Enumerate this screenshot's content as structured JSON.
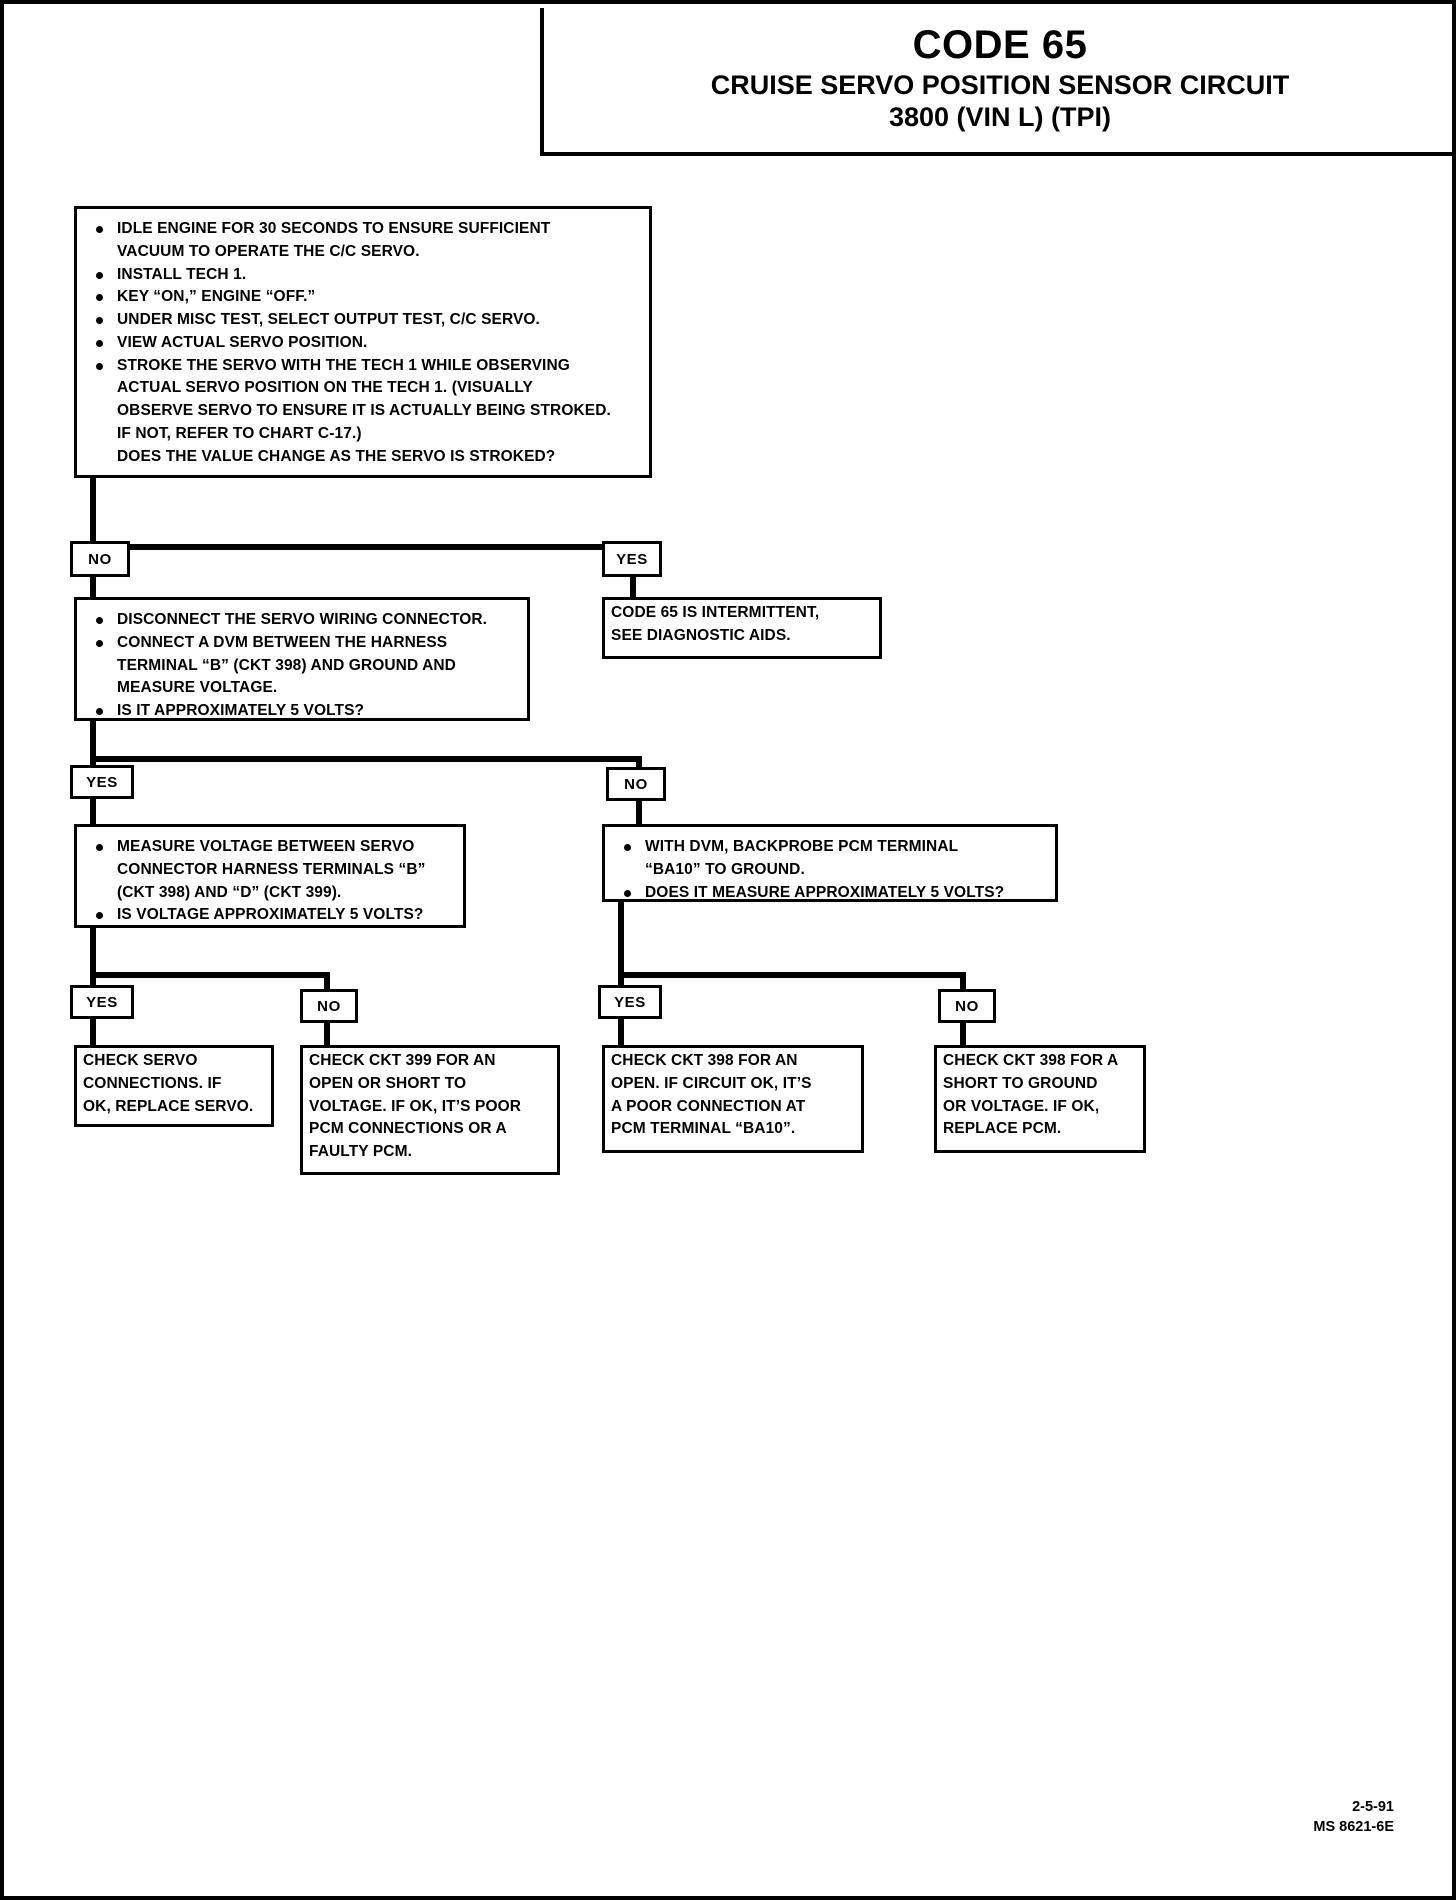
{
  "header": {
    "code_title": "CODE 65",
    "circuit_title": "CRUISE SERVO POSITION SENSOR CIRCUIT",
    "engine_title": "3800  (VIN L) (TPI)"
  },
  "boxes": {
    "step1": {
      "items": [
        "IDLE ENGINE FOR 30 SECONDS TO ENSURE SUFFICIENT\nVACUUM TO OPERATE THE C/C SERVO.",
        "INSTALL TECH 1.",
        "KEY “ON,” ENGINE “OFF.”",
        "UNDER MISC TEST, SELECT OUTPUT TEST, C/C SERVO.",
        "VIEW ACTUAL SERVO POSITION.",
        "STROKE THE SERVO WITH THE TECH 1 WHILE OBSERVING\nACTUAL SERVO POSITION ON THE TECH 1. (VISUALLY\nOBSERVE SERVO TO ENSURE IT IS ACTUALLY BEING STROKED.\nIF NOT, REFER TO CHART C-17.)"
      ],
      "trailing": "DOES THE VALUE CHANGE AS THE SERVO IS STROKED?"
    },
    "intermittent": {
      "text": "CODE 65 IS INTERMITTENT,\nSEE DIAGNOSTIC AIDS."
    },
    "step2": {
      "items": [
        "DISCONNECT THE SERVO WIRING CONNECTOR.",
        "CONNECT A DVM BETWEEN THE HARNESS\nTERMINAL “B” (CKT 398) AND GROUND AND\nMEASURE VOLTAGE.",
        "IS IT APPROXIMATELY 5 VOLTS?"
      ]
    },
    "step3_left": {
      "items": [
        "MEASURE VOLTAGE BETWEEN SERVO\nCONNECTOR HARNESS TERMINALS “B”\n(CKT 398) AND “D” (CKT 399).",
        "IS VOLTAGE APPROXIMATELY 5 VOLTS?"
      ]
    },
    "step3_right": {
      "items": [
        "WITH DVM, BACKPROBE PCM TERMINAL\n“BA10” TO GROUND.",
        "DOES IT MEASURE APPROXIMATELY 5 VOLTS?"
      ]
    },
    "result1": {
      "text": "CHECK SERVO\nCONNECTIONS.  IF\nOK, REPLACE SERVO."
    },
    "result2": {
      "text": "CHECK CKT 399 FOR AN\nOPEN OR SHORT TO\nVOLTAGE.  IF OK, IT’S POOR\nPCM CONNECTIONS OR A\nFAULTY PCM."
    },
    "result3": {
      "text": "CHECK CKT 398 FOR AN\nOPEN.  IF CIRCUIT OK, IT’S\nA  POOR CONNECTION AT\nPCM TERMINAL “BA10”."
    },
    "result4": {
      "text": "CHECK CKT 398 FOR A\nSHORT TO GROUND\nOR VOLTAGE.  IF OK,\nREPLACE PCM."
    }
  },
  "branch_labels": {
    "l1_no": "NO",
    "l1_yes": "YES",
    "l2_yes": "YES",
    "l2_no": "NO",
    "l3a_yes": "YES",
    "l3a_no": "NO",
    "l3b_yes": "YES",
    "l3b_no": "NO"
  },
  "footer": {
    "date": "2-5-91",
    "doc_id": "MS 8621-6E"
  }
}
